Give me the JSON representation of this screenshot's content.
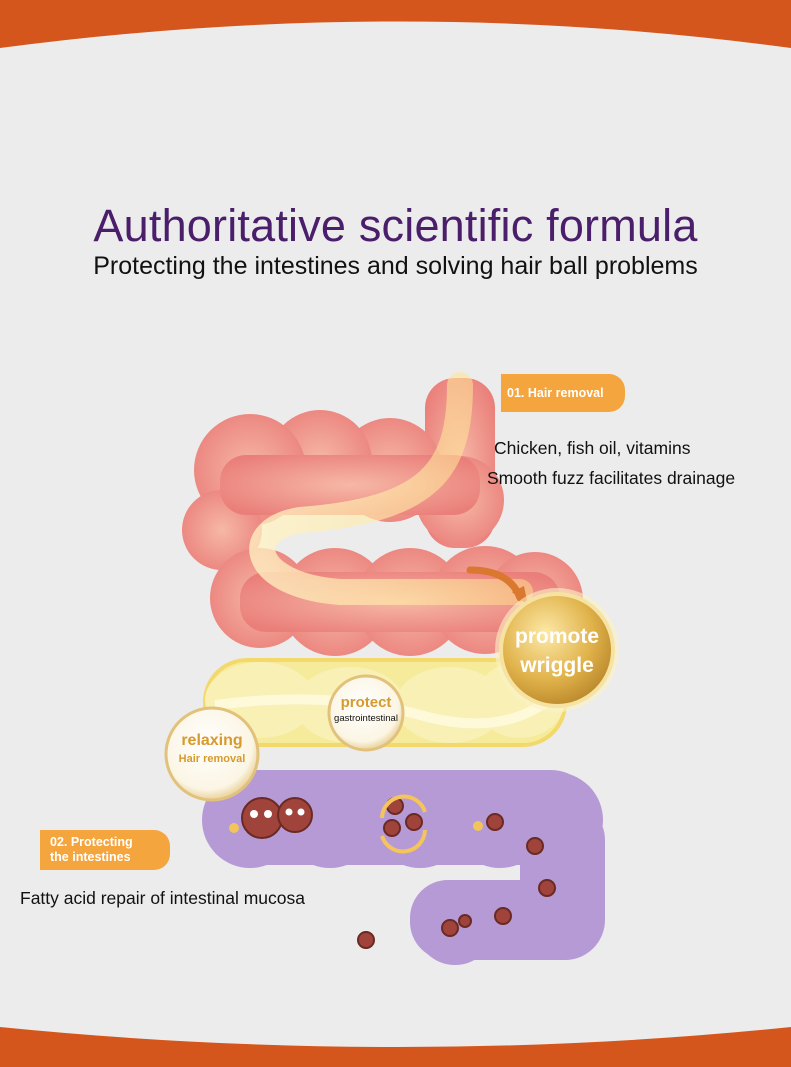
{
  "header": {
    "title": "Authoritative scientific formula",
    "subtitle": "Protecting the intestines and solving hair ball problems"
  },
  "feature_1": {
    "badge": "01. Hair removal",
    "lines": [
      "Chicken, fish oil, vitamins",
      "Smooth fuzz facilitates drainage"
    ]
  },
  "feature_2": {
    "badge": "02. Protecting the intestines",
    "line": "Fatty acid repair of intestinal mucosa"
  },
  "bubbles": {
    "promote": [
      "promote",
      "wriggle"
    ],
    "protect": [
      "protect",
      "gastrointestinal"
    ],
    "relaxing": [
      "relaxing",
      "Hair removal"
    ]
  },
  "colors": {
    "accent_orange": "#d4561c",
    "title_purple": "#4a1e6a",
    "badge_orange": "#f5a53e",
    "intestine_pink": "#ee8a84",
    "intestine_yellow": "#f6eb9a",
    "intestine_purple": "#b69ad6",
    "gold": "#d9a53a"
  }
}
